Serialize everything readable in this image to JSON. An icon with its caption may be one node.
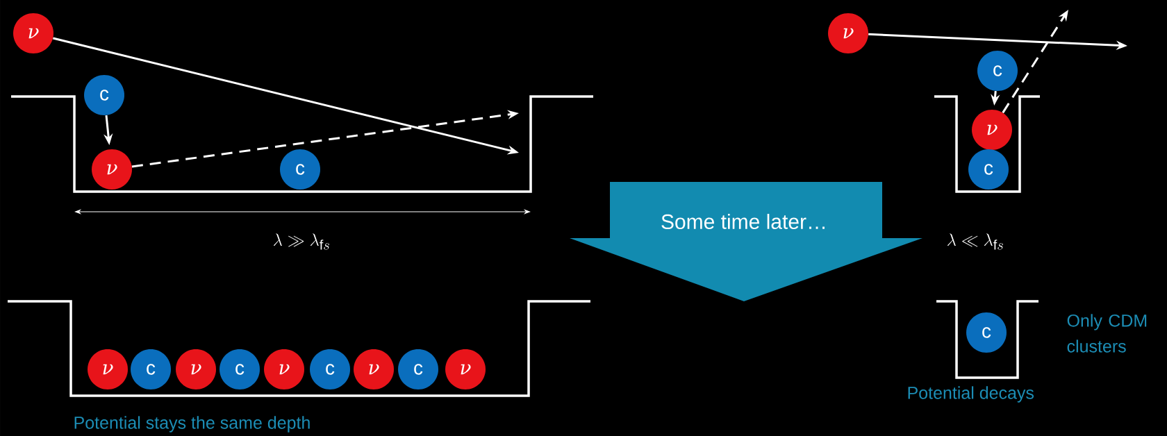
{
  "diagram": {
    "nodes": [
      {
        "text": [
          "ν"
        ]
      },
      {
        "text": [
          "c"
        ]
      },
      {
        "text": [
          "ν"
        ]
      },
      {
        "text": [
          "c"
        ]
      },
      {
        "text": [
          "Some time later…"
        ]
      },
      {
        "text": [
          "ν"
        ]
      },
      {
        "text": [
          "c"
        ]
      },
      {
        "text": [
          "ν"
        ]
      },
      {
        "text": [
          "c"
        ]
      },
      {
        "text": [
          "ν"
        ]
      },
      {
        "text": [
          "c"
        ]
      },
      {
        "text": [
          "ν"
        ]
      },
      {
        "text": [
          "c"
        ]
      },
      {
        "text": [
          "ν"
        ]
      },
      {
        "text": [
          "c"
        ]
      },
      {
        "text": [
          "ν"
        ]
      },
      {
        "text": [
          "c"
        ]
      },
      {
        "text": [
          "ν"
        ]
      },
      {
        "text": [
          "c"
        ]
      }
    ],
    "edges": [
      {
        "from": 0,
        "to": null,
        "arrow": "to"
      },
      {
        "from": 1,
        "to": 2,
        "arrow": "to"
      },
      {
        "from": 2,
        "to": null,
        "arrow": "to",
        "style": "dashed"
      },
      {
        "from": 5,
        "to": null,
        "arrow": "to"
      },
      {
        "from": 6,
        "to": 7,
        "arrow": "to",
        "style": "dashed"
      },
      {
        "from": 7,
        "to": null,
        "arrow": "to",
        "style": "dashed"
      }
    ],
    "labels": [
      "\\lambda \\gg \\lambda_{\\mathrm{f}s}",
      "\\lambda \\ll \\lambda_{\\mathrm{f}s}",
      "Potential stays the same depth",
      "Only CDM clusters",
      "Potential decays"
    ]
  }
}
